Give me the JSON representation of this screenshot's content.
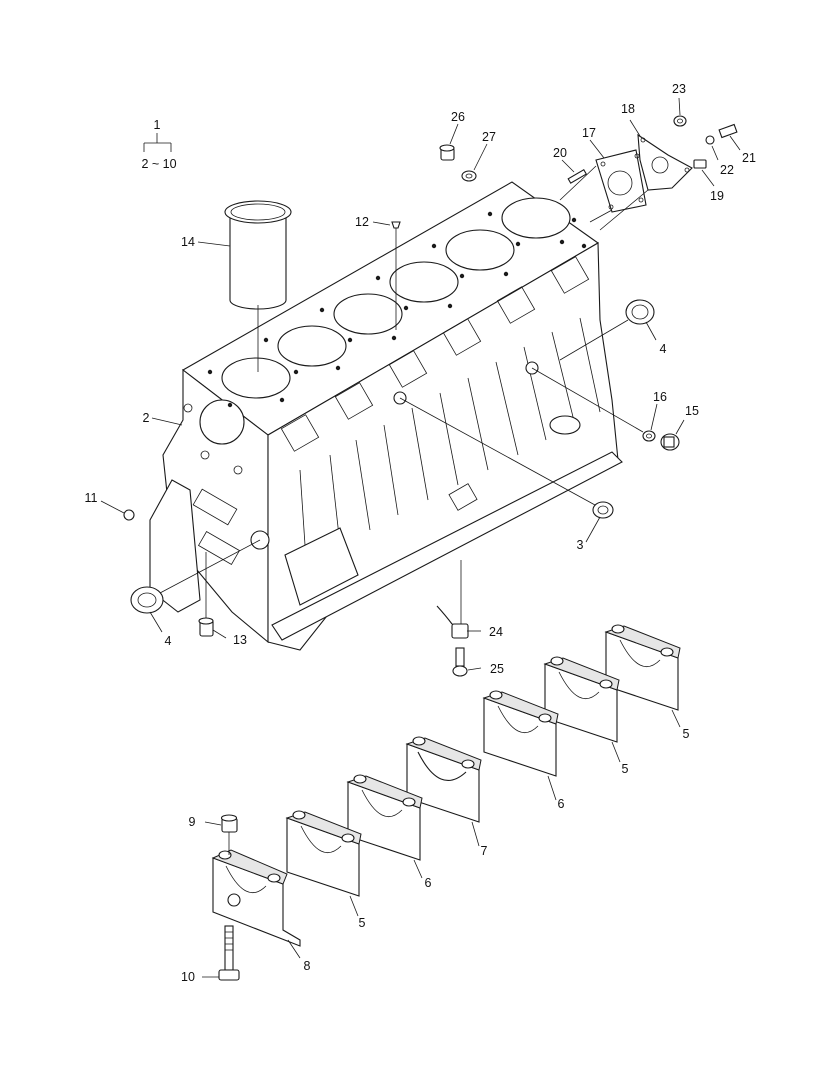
{
  "callouts": {
    "assembly_top": "1",
    "assembly_range": "2 ~ 10",
    "block": "2",
    "bush_front": "3",
    "bush_right": "4",
    "bush_left": "4",
    "cap_5_a": "5",
    "cap_5_b": "5",
    "cap_5_c": "5",
    "cap_6_a": "6",
    "cap_6_b": "6",
    "cap_7": "7",
    "cap_8": "8",
    "dowel": "9",
    "cap_bolt": "10",
    "plug_11": "11",
    "plug_12": "12",
    "plug_13": "13",
    "liner": "14",
    "plug_15": "15",
    "washer_16": "16",
    "cover_17": "17",
    "gasket_18": "18",
    "bolt_19": "19",
    "stud_20": "20",
    "fitting_21": "21",
    "washer_22": "22",
    "washer_23": "23",
    "nozzle_24": "24",
    "bolt_25": "25",
    "plug_26": "26",
    "washer_27": "27"
  },
  "colors": {
    "line": "#1a1a1a",
    "background": "#ffffff",
    "shading": "#e6e6e6"
  }
}
